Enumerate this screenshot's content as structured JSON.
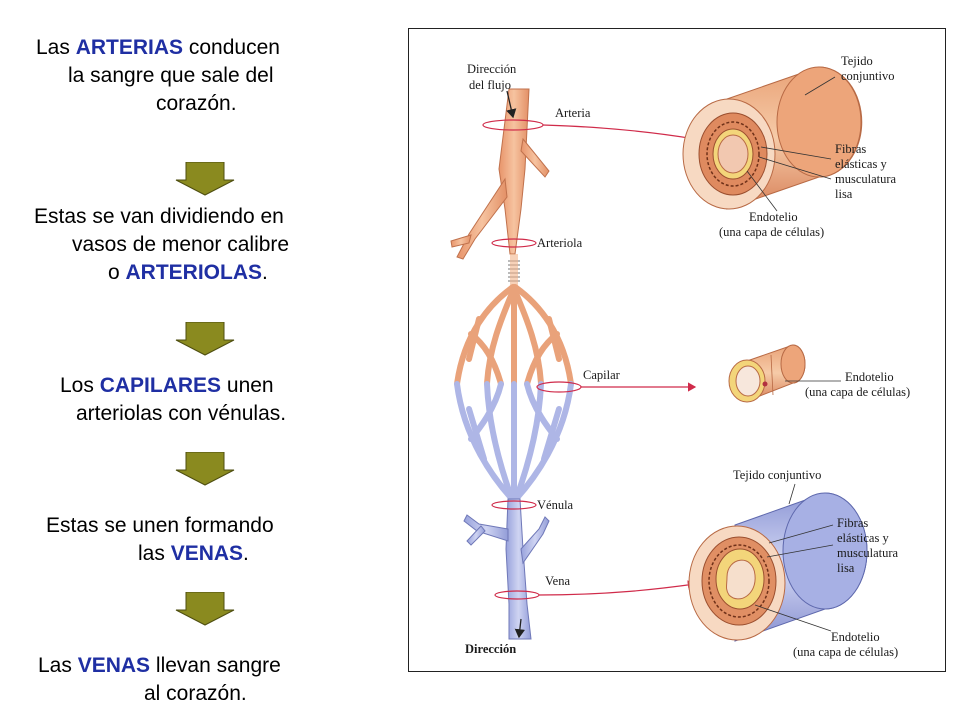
{
  "steps": [
    {
      "lines": [
        [
          "Las ",
          "ARTERIAS",
          " conducen"
        ],
        [
          "la sangre que sale del"
        ],
        [
          "corazón."
        ]
      ]
    },
    {
      "lines": [
        [
          "Estas se van dividiendo en"
        ],
        [
          "vasos de menor calibre"
        ],
        [
          "o ",
          "ARTERIOLAS",
          "."
        ]
      ]
    },
    {
      "lines": [
        [
          "Los ",
          "CAPILARES",
          " unen"
        ],
        [
          "arteriolas con vénulas."
        ]
      ]
    },
    {
      "lines": [
        [
          "Estas se unen formando"
        ],
        [
          "las ",
          "VENAS",
          "."
        ]
      ]
    },
    {
      "lines": [
        [
          "Las ",
          "VENAS",
          " llevan sangre"
        ],
        [
          "al corazón."
        ]
      ]
    }
  ],
  "diagram": {
    "flow_top": [
      "Dirección",
      "del flujo"
    ],
    "flow_bottom": "Dirección",
    "vessels": {
      "arteria": "Arteria",
      "arteriola": "Arteriola",
      "capilar": "Capilar",
      "venula": "Vénula",
      "vena": "Vena"
    },
    "artery_section": {
      "tejido": [
        "Tejido",
        "conjuntivo"
      ],
      "fibras": [
        "Fibras",
        "elásticas y",
        "musculatura",
        "lisa"
      ],
      "endotelio": [
        "Endotelio",
        "(una capa de células)"
      ]
    },
    "capillary_section": {
      "endotelio": [
        "Endotelio",
        "(una capa de células)"
      ]
    },
    "vein_section": {
      "tejido": "Tejido conjuntivo",
      "fibras": [
        "Fibras",
        "elásticas y",
        "musculatura",
        "lisa"
      ],
      "endotelio": [
        "Endotelio",
        "(una capa de células)"
      ]
    }
  },
  "colors": {
    "highlight": "#1f2fa3",
    "arrow_fill": "#8a8a1f",
    "artery": "#f2b48a",
    "vein": "#b8bfe8",
    "pointer": "#d02b4a"
  }
}
